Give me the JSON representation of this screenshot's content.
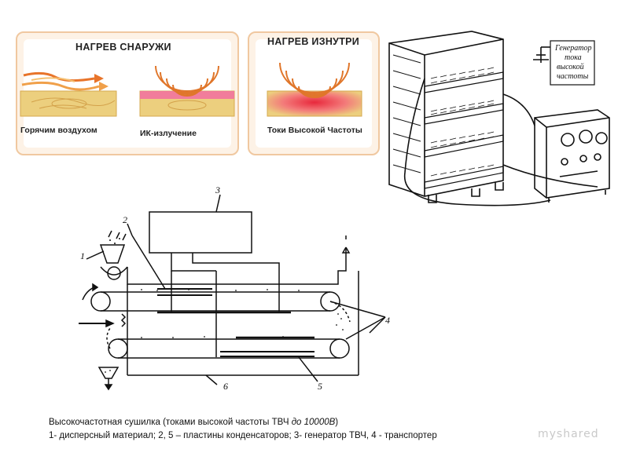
{
  "panels": {
    "outside": {
      "title": "НАГРЕВ СНАРУЖИ",
      "label_left": "Горячим воздухом",
      "label_right": "ИК-излучение"
    },
    "inside": {
      "title": "НАГРЕВ ИЗНУТРИ",
      "label": "Токи Высокой Частоты"
    }
  },
  "generator_label": [
    "Генератор",
    "тока",
    "высокой",
    "частоты"
  ],
  "diagram_numbers": [
    "1",
    "2",
    "3",
    "4",
    "5",
    "6"
  ],
  "caption": {
    "line1_main": "Высокочастотная сушилка (токами высокой частоты ТВЧ ",
    "line1_italic": "до 10000В",
    "line1_end": ")",
    "line2": "1- дисперсный материал; 2, 5 – пластины конденсаторов; 3- генератор ТВЧ, 4 - транспортер"
  },
  "watermark": "myshared"
}
